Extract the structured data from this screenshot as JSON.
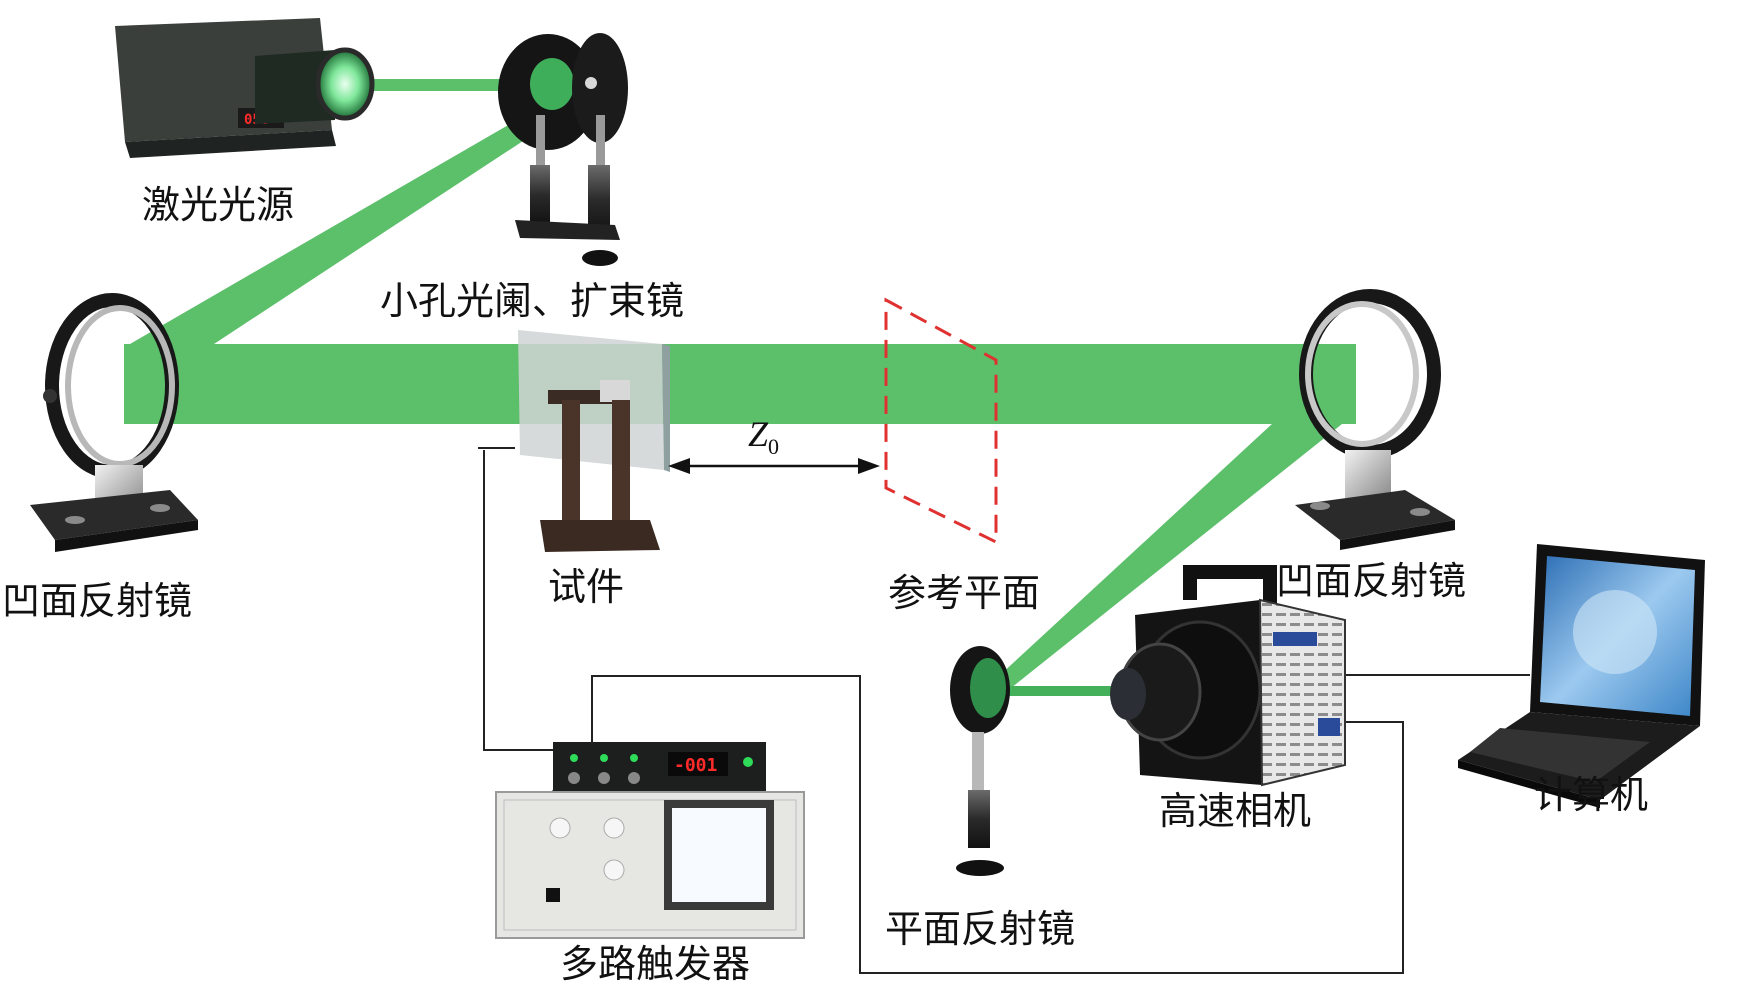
{
  "labels": {
    "laser_source": "激光光源",
    "pinhole_expander": "小孔光阑、扩束镜",
    "concave_mirror_left": "凹面反射镜",
    "specimen": "试件",
    "reference_plane": "参考平面",
    "concave_mirror_right": "凹面反射镜",
    "plane_mirror": "平面反射镜",
    "high_speed_camera": "高速相机",
    "computer": "计算机",
    "multi_trigger": "多路触发器"
  },
  "distance": {
    "symbol": "Z",
    "subscript": "0"
  },
  "displays": {
    "laser_readout": "050",
    "trigger_readout": "-001"
  },
  "colors": {
    "beam": "#5cbf6a",
    "reference_plane": "#e03131",
    "wire": "#222222"
  }
}
